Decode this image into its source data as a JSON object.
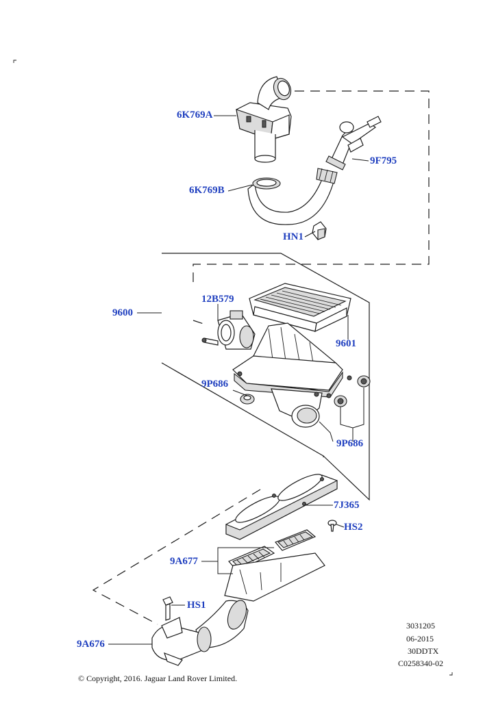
{
  "labels": {
    "p6K769A": "6K769A",
    "p9F795": "9F795",
    "p6K769B": "6K769B",
    "pHN1": "HN1",
    "p12B579": "12B579",
    "p9600": "9600",
    "p9601": "9601",
    "p9P686a": "9P686",
    "p9P686b": "9P686",
    "p7J365": "7J365",
    "pHS2": "HS2",
    "p9A677": "9A677",
    "pHS1": "HS1",
    "p9A676": "9A676"
  },
  "meta": {
    "line1": "3031205",
    "line2": "06-2015",
    "line3": "30DDTX",
    "line4": "C0258340-02"
  },
  "copyright": "© Copyright, 2016. Jaguar Land Rover Limited.",
  "colors": {
    "label": "#1f3fbf",
    "line": "#1a1a1a"
  }
}
